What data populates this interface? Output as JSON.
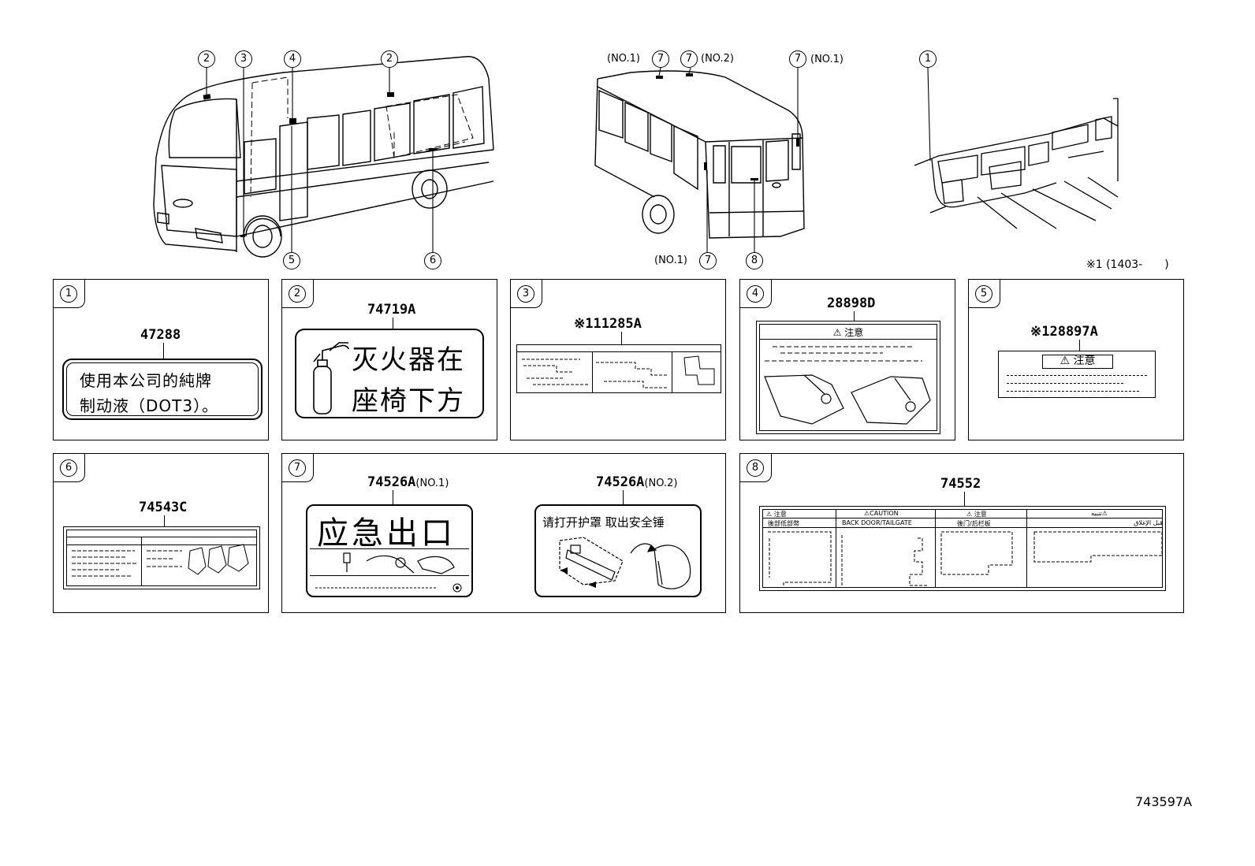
{
  "overview": {
    "callouts_left": [
      "2",
      "3",
      "4",
      "2",
      "5",
      "6"
    ],
    "callouts_rear": {
      "c1_label": "(NO.1)",
      "c1": "7",
      "c2": "7",
      "c2_label": "(NO.2)",
      "c3": "7",
      "c3_label": "(NO.1)",
      "c4_label": "(NO.1)",
      "c4": "7",
      "c5": "8"
    },
    "callout_dash": "1",
    "footnote": "※1 (1403-　　)"
  },
  "panels": [
    {
      "num": "1",
      "part": "47288",
      "text_line1": "使用本公司的純牌",
      "text_line2": "制动液（DOT3）。"
    },
    {
      "num": "2",
      "part": "74719A",
      "text_line1": "灭火器在",
      "text_line2": "座椅下方"
    },
    {
      "num": "3",
      "part": "※111285A"
    },
    {
      "num": "4",
      "part": "28898D",
      "header": "注意"
    },
    {
      "num": "5",
      "part": "※128897A",
      "header": "注意"
    },
    {
      "num": "6",
      "part": "74543C"
    },
    {
      "num": "7",
      "part_a": "74526A",
      "part_a_suffix": "(NO.1)",
      "label_a": "应急出口",
      "part_b": "74526A",
      "part_b_suffix": "(NO.2)",
      "label_b": "请打开护罩 取出安全锤"
    },
    {
      "num": "8",
      "part": "74552",
      "headers": [
        "注意",
        "CAUTION",
        "注意",
        "تنبيه"
      ],
      "subheaders": [
        "後部低部幣",
        "BACK DOOR/TAILGATE",
        "後门/后栏板",
        "قبل الإغلاق"
      ]
    }
  ],
  "figure_id": "743597A"
}
